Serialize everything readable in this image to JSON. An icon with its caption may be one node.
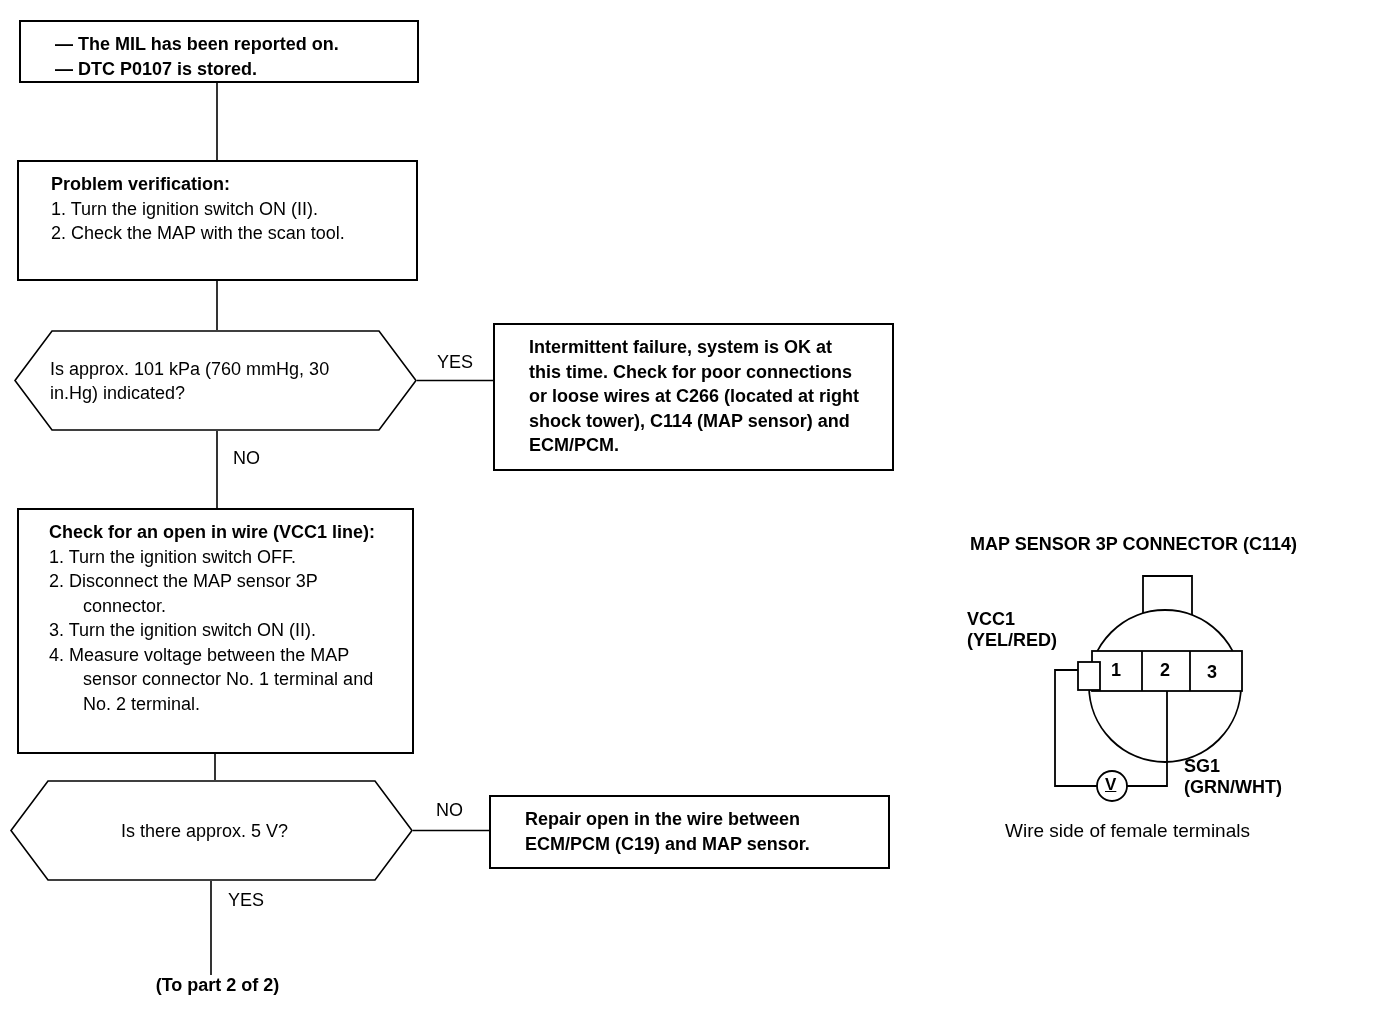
{
  "diagram": {
    "nodes": [
      {
        "text": [
          "— The MIL has been reported on.",
          "— DTC P0107 is stored."
        ]
      },
      {
        "text": [
          "Problem verification:",
          "1. Turn the ignition switch ON (II).",
          "2. Check the MAP with the scan tool."
        ]
      },
      {
        "text": [
          "Is approx. 101 kPa (760 mmHg, 30 in.Hg) indicated?"
        ]
      },
      {
        "text": [
          "Intermittent failure, system is OK at this time. Check for poor connections or loose wires at C266 (located at right shock tower), C114 (MAP sensor) and ECM/PCM."
        ]
      },
      {
        "text": [
          "Check for an open in wire (VCC1 line):",
          "1. Turn the ignition switch OFF.",
          "2. Disconnect the MAP sensor 3P connector.",
          "3. Turn the ignition switch ON (II).",
          "4. Measure voltage between the MAP sensor connector No. 1 terminal and No. 2 terminal."
        ]
      },
      {
        "text": [
          "Is there approx. 5 V?"
        ]
      },
      {
        "text": [
          "Repair open in the wire between ECM/PCM (C19) and MAP sensor."
        ]
      },
      {
        "text": [
          "(To part 2 of 2)"
        ]
      }
    ],
    "edges": [
      {
        "from": 0,
        "to": 1,
        "arrow": "none"
      },
      {
        "from": 1,
        "to": 2,
        "arrow": "none"
      },
      {
        "from": 2,
        "to": 3,
        "arrow": "none",
        "label": "YES"
      },
      {
        "from": 2,
        "to": 4,
        "arrow": "none",
        "label": "NO"
      },
      {
        "from": 4,
        "to": 5,
        "arrow": "none"
      },
      {
        "from": 5,
        "to": 6,
        "arrow": "none",
        "label": "NO"
      },
      {
        "from": 5,
        "to": 7,
        "arrow": "none",
        "label": "YES"
      }
    ],
    "labels": [
      "MAP SENSOR 3P CONNECTOR (C114)",
      "VCC1 (YEL/RED)",
      "1",
      "2",
      "3",
      "SG1 (GRN/WHT)",
      "V",
      "Wire side of female terminals"
    ]
  }
}
